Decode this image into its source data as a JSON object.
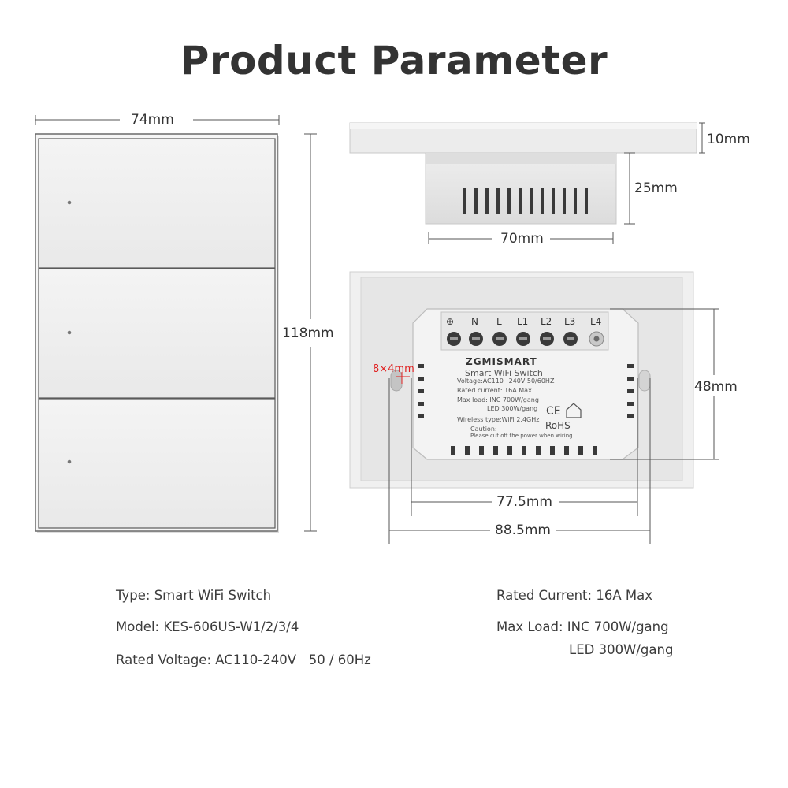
{
  "title": "Product Parameter",
  "front_panel": {
    "width_label": "74mm",
    "height_label": "118mm"
  },
  "side_view": {
    "panel_thickness_label": "10mm",
    "box_depth_label": "25mm",
    "box_width_label": "70mm"
  },
  "back_view": {
    "hole_height_label": "48mm",
    "slot_size_label": "8×4mm",
    "inner_width_label": "77.5mm",
    "outer_width_label": "88.5mm",
    "terminals": [
      "⊕",
      "N",
      "L",
      "L1",
      "L2",
      "L3",
      "L4"
    ],
    "label": {
      "brand": "ZGMISMART",
      "product": "Smart WiFi Switch",
      "voltage": "Voltage:AC110~240V   50/60HZ",
      "current": "Rated current: 16A Max",
      "load_inc": "Max load: INC 700W/gang",
      "load_led": "LED 300W/gang",
      "wireless": "Wireless type:WiFi 2.4GHz",
      "caution": "Caution:",
      "caution_note": "Please cut off the power when wiring.",
      "ce": "CE",
      "rohs": "RoHS"
    }
  },
  "specs": {
    "type": "Type: Smart WiFi Switch",
    "model": "Model: KES-606US-W1/2/3/4",
    "voltage": "Rated Voltage: AC110-240V   50 / 60Hz",
    "current": "Rated Current: 16A Max",
    "max_load": "Max Load: INC 700W/gang",
    "led_load": "LED 300W/gang"
  }
}
